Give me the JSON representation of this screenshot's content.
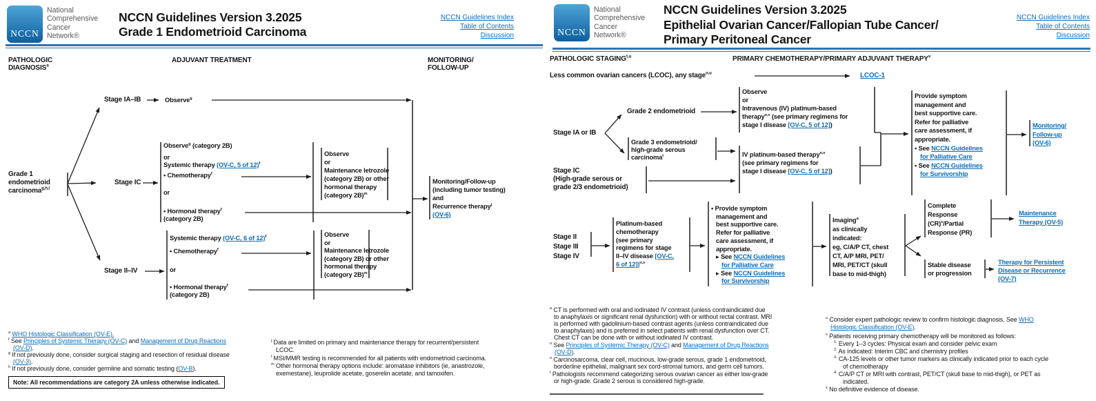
{
  "L": {
    "logo_abbr": "NCCN",
    "brand": [
      [
        {
          "t": "National"
        }
      ],
      [
        {
          "t": "Comprehensive"
        }
      ],
      [
        {
          "t": "Cancer"
        }
      ],
      [
        {
          "t": "Network®"
        }
      ]
    ],
    "titles": [
      [
        {
          "t": "NCCN Guidelines Version 3.2025"
        }
      ],
      [
        {
          "t": "Grade 1 Endometrioid Carcinoma"
        }
      ]
    ],
    "nav": [
      [
        {
          "t": "NCCN Guidelines Index",
          "l": 1
        }
      ],
      [
        {
          "t": "Table of Contents",
          "l": 1
        }
      ],
      [
        {
          "t": "Discussion",
          "l": 1
        }
      ]
    ],
    "col1": [
      [
        {
          "t": "PATHOLOGIC"
        }
      ],
      [
        {
          "t": "DIAGNOSIS"
        },
        {
          "t": "a",
          "s": 1
        }
      ]
    ],
    "col2": [
      [
        {
          "t": "ADJUVANT TREATMENT"
        }
      ]
    ],
    "col3": [
      [
        {
          "t": "MONITORING/"
        }
      ],
      [
        {
          "t": "FOLLOW-UP"
        }
      ]
    ],
    "grade1": [
      [
        {
          "t": "Grade 1"
        }
      ],
      [
        {
          "t": "endometrioid"
        }
      ],
      [
        {
          "t": "carcinoma"
        },
        {
          "t": "g,h,l",
          "s": 1
        }
      ]
    ],
    "stage_ia_ib": [
      [
        {
          "t": "Stage IA–IB"
        }
      ]
    ],
    "observe": [
      [
        {
          "t": "Observe"
        },
        {
          "t": "g",
          "s": 1
        }
      ]
    ],
    "stage_ic": [
      [
        {
          "t": "Stage IC"
        }
      ]
    ],
    "stage_ii_iv": [
      [
        {
          "t": "Stage II–IV"
        }
      ]
    ],
    "box_ic": [
      [
        {
          "t": "Observe"
        },
        {
          "t": "g",
          "s": 1
        },
        {
          "t": " (category 2B)"
        }
      ],
      [
        {
          "t": "or"
        }
      ],
      [
        {
          "t": "Systemic therapy "
        },
        {
          "t": "(OV-C, 5 of 12)",
          "l": 1
        },
        {
          "t": "f",
          "s": 1
        }
      ],
      [
        {
          "t": "• Chemotherapy"
        },
        {
          "t": "f",
          "s": 1
        }
      ],
      [
        {
          "t": "or"
        }
      ],
      [
        {
          "t": "• Hormonal therapy"
        },
        {
          "t": "f",
          "s": 1
        }
      ],
      [
        {
          "t": "(category 2B)"
        }
      ]
    ],
    "letrozole": [
      [
        {
          "t": "Observe"
        }
      ],
      [
        {
          "t": "or"
        }
      ],
      [
        {
          "t": "Maintenance letrozole"
        }
      ],
      [
        {
          "t": "(category 2B) or other"
        }
      ],
      [
        {
          "t": "hormonal therapy"
        }
      ],
      [
        {
          "t": "(category 2B)"
        },
        {
          "t": "m",
          "s": 1
        }
      ]
    ],
    "box_ii_iv": [
      [
        {
          "t": "Systemic therapy "
        },
        {
          "t": "(OV-C, 6 of 12)",
          "l": 1
        },
        {
          "t": "f",
          "s": 1
        }
      ],
      [
        {
          "t": "• Chemotherapy"
        },
        {
          "t": "f",
          "s": 1
        }
      ],
      [
        {
          "t": "or"
        }
      ],
      [
        {
          "t": "• Hormonal therapy"
        },
        {
          "t": "f",
          "s": 1
        }
      ],
      [
        {
          "t": "(category 2B)"
        }
      ]
    ],
    "monitor": [
      [
        {
          "t": "Monitoring/Follow-up"
        }
      ],
      [
        {
          "t": "(including tumor testing)"
        }
      ],
      [
        {
          "t": "and"
        }
      ],
      [
        {
          "t": "Recurrence therapy"
        },
        {
          "t": "j",
          "s": 1
        }
      ],
      [
        {
          "t": "(OV-6)",
          "l": 1
        }
      ]
    ],
    "fn1": [
      [
        {
          "t": "a",
          "s": 1
        },
        {
          "t": " "
        },
        {
          "t": "WHO Histologic Classification (OV-E).",
          "l": 1
        }
      ],
      [
        {
          "t": "f",
          "s": 1
        },
        {
          "t": " See "
        },
        {
          "t": "Principles of Systemic Therapy (OV-C)",
          "l": 1
        },
        {
          "t": " and "
        },
        {
          "t": "Management of Drug Reactions",
          "l": 1
        }
      ],
      [
        {
          "t": "(OV-D)",
          "l": 1
        },
        {
          "t": "."
        }
      ],
      [
        {
          "t": "g",
          "s": 1
        },
        {
          "t": " If not previously done, consider surgical staging and resection of residual disease"
        }
      ],
      [
        {
          "t": "(OV-3)",
          "l": 1
        },
        {
          "t": "."
        }
      ],
      [
        {
          "t": "h",
          "s": 1
        },
        {
          "t": " If not previously done, consider germline and somatic testing ("
        },
        {
          "t": "OV-B",
          "l": 1
        },
        {
          "t": ")."
        }
      ]
    ],
    "note_text": "Note: All recommendations are category 2A unless otherwise indicated.",
    "fn2": [
      [
        {
          "t": "j",
          "s": 1
        },
        {
          "t": " Data are limited on primary and maintenance therapy for recurrent/persistent"
        }
      ],
      [
        {
          "t": "LCOC."
        }
      ],
      [
        {
          "t": "l",
          "s": 1
        },
        {
          "t": " MSI/MMR testing is recommended for all patients with endometrioid carcinoma."
        }
      ],
      [
        {
          "t": "m",
          "s": 1
        },
        {
          "t": " Other hormonal therapy options include: aromatase inhibitors (ie, anastrozole,"
        }
      ],
      [
        {
          "t": "exemestane), leuprolide acetate, goserelin acetate, and tamoxifen."
        }
      ]
    ]
  },
  "R": {
    "logo_abbr": "NCCN",
    "brand": [
      [
        {
          "t": "National"
        }
      ],
      [
        {
          "t": "Comprehensive"
        }
      ],
      [
        {
          "t": "Cancer"
        }
      ],
      [
        {
          "t": "Network®"
        }
      ]
    ],
    "titles": [
      [
        {
          "t": "NCCN Guidelines Version 3.2025"
        }
      ],
      [
        {
          "t": "Epithelial Ovarian Cancer/Fallopian Tube Cancer/"
        }
      ],
      [
        {
          "t": "Primary Peritoneal Cancer"
        }
      ]
    ],
    "nav": [
      [
        {
          "t": "NCCN Guidelines Index",
          "l": 1
        }
      ],
      [
        {
          "t": "Table of Contents",
          "l": 1
        }
      ],
      [
        {
          "t": "Discussion",
          "l": 1
        }
      ]
    ],
    "col1": [
      [
        {
          "t": "PATHOLOGIC STAGING"
        },
        {
          "t": "t,u",
          "s": 1
        }
      ]
    ],
    "col2": [
      [
        {
          "t": "PRIMARY CHEMOTHERAPY/PRIMARY ADJUVANT THERAPY"
        },
        {
          "t": "v",
          "s": 1
        }
      ]
    ],
    "lcoc": [
      [
        {
          "t": "Less common ovarian cancers (LCOC), any stage"
        },
        {
          "t": "o,u",
          "s": 1
        }
      ]
    ],
    "lcoc_link": [
      [
        {
          "t": "LCOC-1",
          "l": 1
        }
      ]
    ],
    "stage_ia_ib": [
      [
        {
          "t": "Stage IA or IB"
        }
      ]
    ],
    "grade2": [
      [
        {
          "t": "Grade 2 endometrioid"
        }
      ]
    ],
    "box_g2": [
      [
        {
          "t": "Observe"
        }
      ],
      [
        {
          "t": "or"
        }
      ],
      [
        {
          "t": "Intravenous (IV) platinum-based"
        }
      ],
      [
        {
          "t": "therapy"
        },
        {
          "t": "n,v",
          "s": 1
        },
        {
          "t": " (see primary regimens for"
        }
      ],
      [
        {
          "t": "stage I disease "
        },
        {
          "t": "[OV-C, 5 of 12]",
          "l": 1
        },
        {
          "t": ")"
        }
      ]
    ],
    "grade3": [
      [
        {
          "t": "Grade 3 endometrioid/"
        }
      ],
      [
        {
          "t": "high-grade serous"
        }
      ],
      [
        {
          "t": "carcinoma"
        },
        {
          "t": "t",
          "s": 1
        }
      ]
    ],
    "stage_ic": [
      [
        {
          "t": "Stage IC"
        }
      ],
      [
        {
          "t": "(High-grade serous or"
        }
      ],
      [
        {
          "t": "grade 2/3 endometrioid)"
        }
      ]
    ],
    "box_iv": [
      [
        {
          "t": "IV platinum-based therapy"
        },
        {
          "t": "n,v",
          "s": 1
        }
      ],
      [
        {
          "t": "(see primary regimens for"
        }
      ],
      [
        {
          "t": "stage I disease "
        },
        {
          "t": "[OV-C, 5 of 12]",
          "l": 1
        },
        {
          "t": ")"
        }
      ]
    ],
    "provide1": [
      [
        {
          "t": "Provide symptom"
        }
      ],
      [
        {
          "t": "management and"
        }
      ],
      [
        {
          "t": "best supportive care."
        }
      ],
      [
        {
          "t": "Refer for palliative"
        }
      ],
      [
        {
          "t": "care assessment, if"
        }
      ],
      [
        {
          "t": "appropriate."
        }
      ],
      [
        {
          "t": "• See "
        },
        {
          "t": "NCCN Guidelines",
          "l": 1
        }
      ],
      [
        {
          "t": "for Palliative Care",
          "l": 1
        }
      ],
      [
        {
          "t": "• See "
        },
        {
          "t": "NCCN Guidelines",
          "l": 1
        }
      ],
      [
        {
          "t": "for Survivorship",
          "l": 1
        }
      ]
    ],
    "monitor": [
      [
        {
          "t": "Monitoring/",
          "l": 1
        }
      ],
      [
        {
          "t": "Follow-up",
          "l": 1
        }
      ],
      [
        {
          "t": "(OV-6)",
          "l": 1
        }
      ]
    ],
    "stage234": [
      [
        {
          "t": "Stage II"
        }
      ],
      [
        {
          "t": "Stage III"
        }
      ],
      [
        {
          "t": "Stage IV"
        }
      ]
    ],
    "plat": [
      [
        {
          "t": "Platinum-based"
        }
      ],
      [
        {
          "t": "chemotherapy"
        }
      ],
      [
        {
          "t": "(see primary"
        }
      ],
      [
        {
          "t": "regimens for stage"
        }
      ],
      [
        {
          "t": "II–IV disease "
        },
        {
          "t": "[OV-C,",
          "l": 1
        }
      ],
      [
        {
          "t": "6 of 12])",
          "l": 1
        },
        {
          "t": "n,v",
          "s": 1
        }
      ]
    ],
    "provide2": [
      [
        {
          "t": "• Provide symptom"
        }
      ],
      [
        {
          "t": "management and"
        }
      ],
      [
        {
          "t": "best supportive care."
        }
      ],
      [
        {
          "t": "Refer for palliative"
        }
      ],
      [
        {
          "t": "care assessment, if"
        }
      ],
      [
        {
          "t": "appropriate."
        }
      ],
      [
        {
          "t": "▸ See "
        },
        {
          "t": "NCCN Guidelines",
          "l": 1
        }
      ],
      [
        {
          "t": "for Palliative Care",
          "l": 1
        }
      ],
      [
        {
          "t": "▸ See "
        },
        {
          "t": "NCCN Guidelines",
          "l": 1
        }
      ],
      [
        {
          "t": "for Survivorship",
          "l": 1
        }
      ]
    ],
    "imaging": [
      [
        {
          "t": "Imaging"
        },
        {
          "t": "a",
          "s": 1
        }
      ],
      [
        {
          "t": "as clinically"
        }
      ],
      [
        {
          "t": "indicated:"
        }
      ],
      [
        {
          "t": "eg, C/A/P CT, chest"
        }
      ],
      [
        {
          "t": "CT, A/P MRI, PET/"
        }
      ],
      [
        {
          "t": "MRI, PET/CT (skull"
        }
      ],
      [
        {
          "t": "base to mid-thigh)"
        }
      ]
    ],
    "cr": [
      [
        {
          "t": "Complete"
        }
      ],
      [
        {
          "t": "Response"
        }
      ],
      [
        {
          "t": "(CR)"
        },
        {
          "t": "x",
          "s": 1
        },
        {
          "t": "/Partial"
        }
      ],
      [
        {
          "t": "Response (PR)"
        }
      ]
    ],
    "maint": [
      [
        {
          "t": "Maintenance",
          "l": 1
        }
      ],
      [
        {
          "t": "Therapy (OV-5)",
          "l": 1
        }
      ]
    ],
    "stable": [
      [
        {
          "t": "Stable disease"
        }
      ],
      [
        {
          "t": "or progression"
        }
      ]
    ],
    "persist": [
      [
        {
          "t": "Therapy for Persistent",
          "l": 1
        }
      ],
      [
        {
          "t": "Disease or Recurrence",
          "l": 1
        }
      ],
      [
        {
          "t": "(OV-7)",
          "l": 1
        }
      ]
    ],
    "fn1": [
      [
        {
          "t": "a",
          "s": 1
        },
        {
          "t": " CT is performed with oral and iodinated IV contrast (unless contraindicated due"
        }
      ],
      [
        {
          "t": "to anaphylaxis or significant renal dysfunction) with or without rectal contrast. MRI"
        }
      ],
      [
        {
          "t": "is performed with gadolinium-based contrast agents (unless contraindicated due"
        }
      ],
      [
        {
          "t": "to anaphylaxis) and is preferred in select patients with renal dysfunction over CT."
        }
      ],
      [
        {
          "t": "Chest CT can be done with or without iodinated IV contrast."
        }
      ],
      [
        {
          "t": "n",
          "s": 1
        },
        {
          "t": " See "
        },
        {
          "t": "Principles of Systemic Therapy (OV-C)",
          "l": 1
        },
        {
          "t": " and "
        },
        {
          "t": "Management of Drug Reactions",
          "l": 1
        }
      ],
      [
        {
          "t": "(OV-D)",
          "l": 1
        },
        {
          "t": "."
        }
      ],
      [
        {
          "t": "o",
          "s": 1
        },
        {
          "t": " Carcinosarcoma, clear cell, mucinous, low-grade serous, grade 1 endometrioid,"
        }
      ],
      [
        {
          "t": "borderline epithelial, malignant sex cord-stromal tumors, and germ cell tumors."
        }
      ],
      [
        {
          "t": "t",
          "s": 1
        },
        {
          "t": " Pathologists recommend categorizing serous ovarian cancer as either low-grade"
        }
      ],
      [
        {
          "t": "or high-grade. Grade 2 serous is considered high-grade."
        }
      ]
    ],
    "fn2": [
      [
        {
          "t": "u",
          "s": 1
        },
        {
          "t": " Consider expert pathologic review to confirm histologic diagnosis. See "
        },
        {
          "t": "WHO",
          "l": 1
        }
      ],
      [
        {
          "t": "Histologic Classification (OV-E)",
          "l": 1
        },
        {
          "t": "."
        }
      ],
      [
        {
          "t": "v",
          "s": 1
        },
        {
          "t": " Patients receiving primary chemotherapy will be monitored as follows:"
        }
      ],
      [
        {
          "t": "1.",
          "s": 1
        },
        {
          "t": " Every 1–3 cycles: Physical exam and consider pelvic exam"
        }
      ],
      [
        {
          "t": "2.",
          "s": 1
        },
        {
          "t": " As indicated: Interim CBC and chemistry profiles"
        }
      ],
      [
        {
          "t": "3.",
          "s": 1
        },
        {
          "t": " CA-125 levels or other tumor markers as clinically indicated prior to each cycle"
        }
      ],
      [
        {
          "t": "of chemotherapy"
        }
      ],
      [
        {
          "t": "4.",
          "s": 1
        },
        {
          "t": " C/A/P CT or MRI with contrast, PET/CT (skull base to mid-thigh), or PET as"
        }
      ],
      [
        {
          "t": "indicated."
        }
      ],
      [
        {
          "t": "x",
          "s": 1
        },
        {
          "t": " No definitive evidence of disease."
        }
      ]
    ]
  }
}
